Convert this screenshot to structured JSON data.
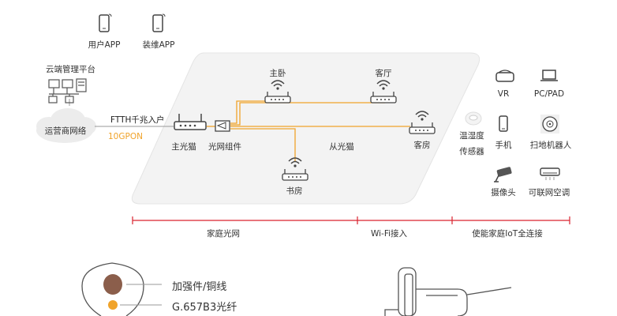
{
  "top_apps": {
    "user_app": "用户APP",
    "install_app": "装维APP"
  },
  "cloud": {
    "platform_label": "云端管理平台",
    "operator_label": "运营商网络"
  },
  "link": {
    "ftth_label": "FTTH千兆入户",
    "pon_label": "10GPON"
  },
  "nodes": {
    "main_modem": "主光猫",
    "splitter": "光网组件",
    "master_bedroom": "主卧",
    "living_room": "客厅",
    "guest_room": "客房",
    "study": "书房",
    "sub_modem": "从光猫"
  },
  "devices": {
    "vr": "VR",
    "pc_pad": "PC/PAD",
    "sensor_line1": "温湿度",
    "sensor_line2": "传感器",
    "phone": "手机",
    "robot": "扫地机器人",
    "camera": "摄像头",
    "aircon": "可联网空调"
  },
  "sections": {
    "home_fiber": "家庭光网",
    "wifi": "Wi-Fi接入",
    "iot": "使能家庭IoT全连接"
  },
  "cable": {
    "strength_member": "加强件/铜线",
    "fiber": "G.657B3光纤"
  },
  "colors": {
    "accent": "#f0a32a",
    "section_line": "#d9232e",
    "plate": "#f2f2f2"
  }
}
